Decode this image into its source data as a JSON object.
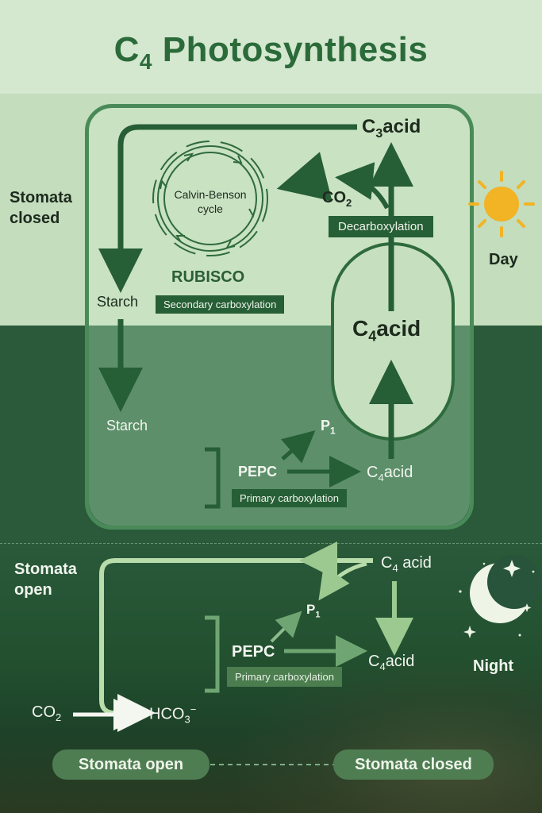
{
  "title": {
    "main": "C",
    "sub": "4",
    "rest": " Photosynthesis"
  },
  "day": {
    "stomata_label_1": "Stomata",
    "stomata_label_2": "closed",
    "period_label": "Day",
    "c3acid_main": "C",
    "c3acid_sub": "3",
    "c3acid_rest": "acid",
    "co2_main": "CO",
    "co2_sub": "2",
    "decarboxylation": "Decarboxylation",
    "calvin_1": "Calvin-Benson",
    "calvin_2": "cycle",
    "rubisco": "RUBISCO",
    "starch_top": "Starch",
    "secondary_carboxylation": "Secondary carboxylation",
    "c4acid_center_main": "C",
    "c4acid_center_sub": "4",
    "c4acid_center_rest": "acid",
    "starch_bottom": "Starch",
    "p1_main": "P",
    "p1_sub": "1",
    "pepc": "PEPC",
    "c4acid_low_main": "C",
    "c4acid_low_sub": "4",
    "c4acid_low_rest": "acid",
    "primary_carboxylation": "Primary carboxylation"
  },
  "night": {
    "stomata_label_1": "Stomata",
    "stomata_label_2": "open",
    "period_label": "Night",
    "c4acid_top_main": "C",
    "c4acid_top_sub": "4",
    "c4acid_top_rest": " acid",
    "p1_main": "P",
    "p1_sub": "1",
    "pepc": "PEPC",
    "c4acid_low_main": "C",
    "c4acid_low_sub": "4",
    "c4acid_low_rest": "acid",
    "primary_carboxylation": "Primary carboxylation",
    "co2_main": "CO",
    "co2_sub": "2",
    "hco3_main": "HCO",
    "hco3_sub": "3",
    "hco3_sup": "−"
  },
  "legend": {
    "left": "Stomata open",
    "right": "Stomata closed"
  },
  "icons": {
    "sun": "sun-icon",
    "moon": "moon-icon",
    "stars": "star-icon"
  },
  "colors": {
    "dark_green": "#265e35",
    "light_green": "#c3ddbd",
    "title_green": "#2b6b3a",
    "sun": "#f2b324"
  }
}
